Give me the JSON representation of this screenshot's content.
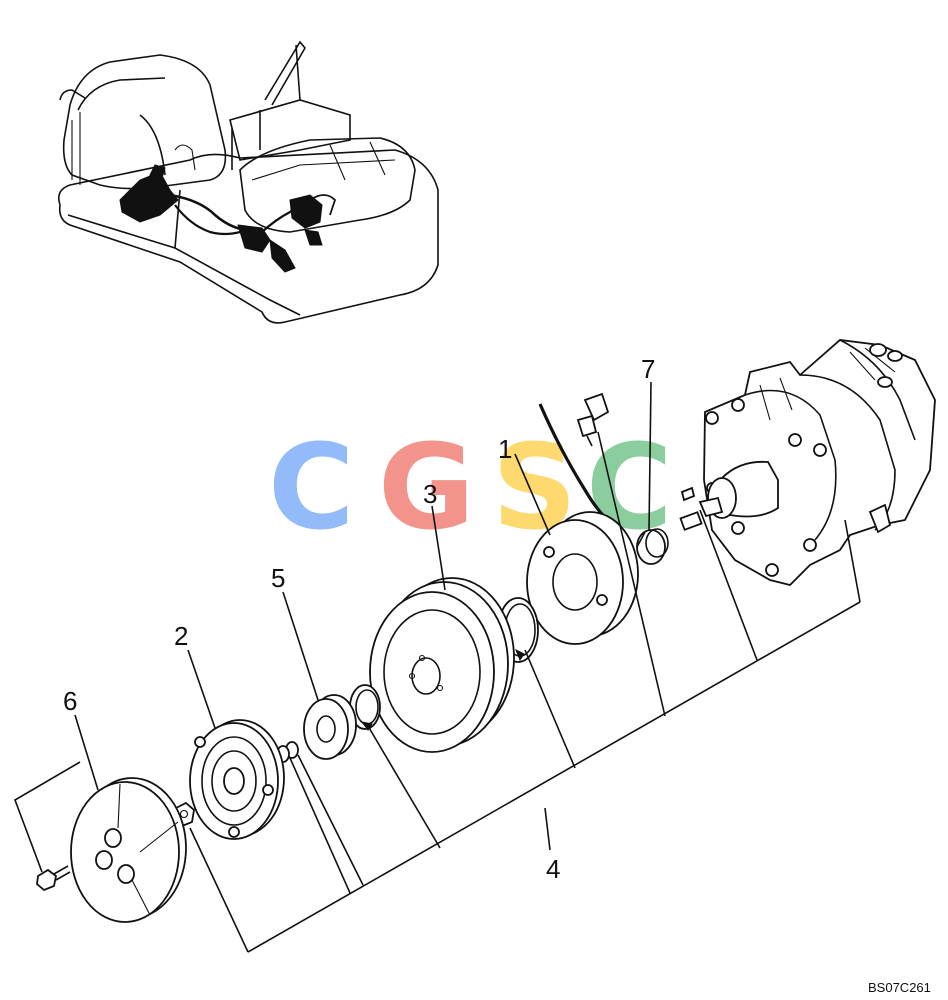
{
  "callouts": {
    "c1": "1",
    "c2": "2",
    "c3": "3",
    "c4": "4",
    "c5": "5",
    "c6": "6",
    "c7": "7"
  },
  "watermark": {
    "letters": [
      "C",
      "G",
      "S",
      "C"
    ],
    "colors": [
      "#8ab4f8",
      "#f28b82",
      "#fdd663",
      "#81c995"
    ]
  },
  "drawing_code": "BS07C261"
}
